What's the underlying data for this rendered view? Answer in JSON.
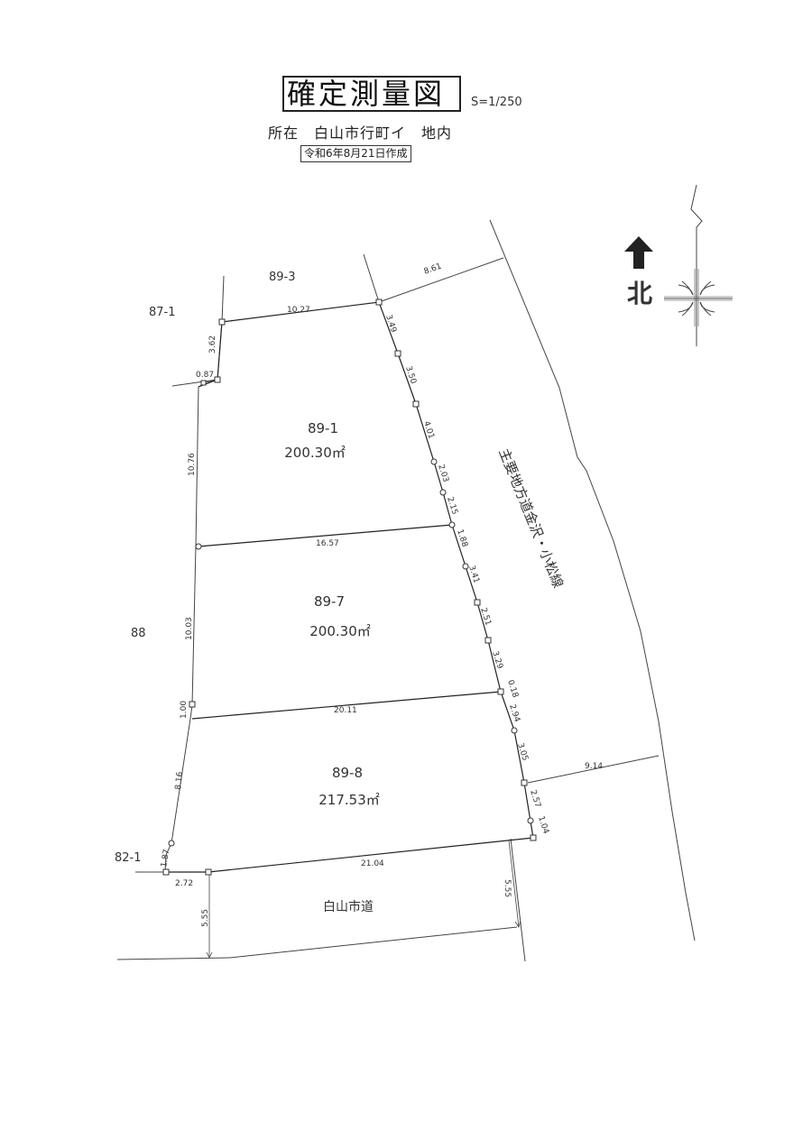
{
  "header": {
    "title": "確定測量図",
    "scale": "S=1/250",
    "location": "所在　白山市行町イ　地内",
    "date": "令和6年8月21日作成"
  },
  "north": {
    "label": "北"
  },
  "parcels": [
    {
      "id": "89-1",
      "area": "200.30㎡"
    },
    {
      "id": "89-7",
      "area": "200.30㎡"
    },
    {
      "id": "89-8",
      "area": "217.53㎡"
    }
  ],
  "neighbors": [
    "89-3",
    "87-1",
    "88",
    "82-1"
  ],
  "roads": {
    "prefectural": "主要地方道金沢・小松線",
    "city": "白山市道"
  },
  "dimensions": {
    "top_edge": "10.27",
    "top_right": "8.61",
    "nw_short": "0.87",
    "nw_vertical": "3.62",
    "west_1": "10.76",
    "west_2": "10.03",
    "west_3": "1.00",
    "west_4": "8.16",
    "west_5": "1.87",
    "bottom_left": "2.72",
    "line_a": "16.57",
    "line_b": "20.11",
    "south_edge": "21.04",
    "east_right": "9.14",
    "road_left": "5.55",
    "road_right": "5.55",
    "east": [
      "3.49",
      "3.50",
      "4.01",
      "2.03",
      "2.15",
      "1.88",
      "3.41",
      "2.51",
      "3.29",
      "0.18",
      "2.94",
      "3.05",
      "2.57",
      "1.04"
    ]
  }
}
